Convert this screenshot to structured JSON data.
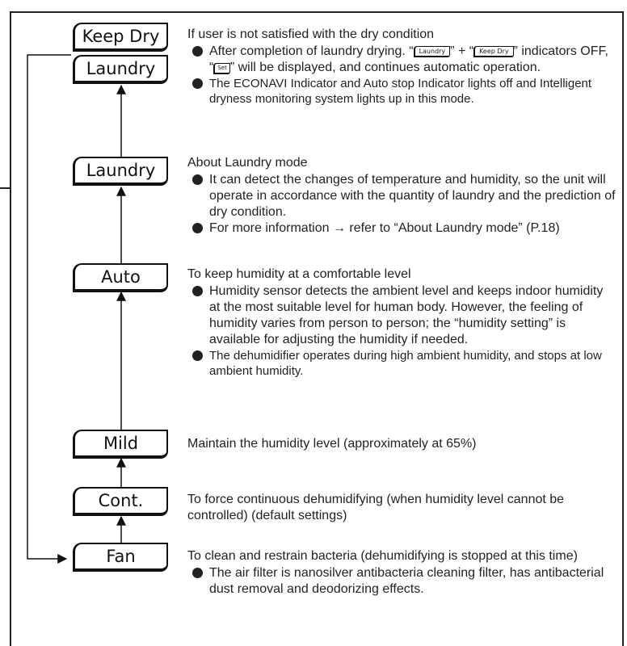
{
  "modes": {
    "keepdry": "Keep Dry",
    "laundry_top": "Laundry",
    "laundry": "Laundry",
    "auto": "Auto",
    "mild": "Mild",
    "cont": "Cont.",
    "fan": "Fan"
  },
  "keepdry": {
    "title": "If user is not satisfied with the dry condition",
    "b1_a": "After completion of laundry drying. “",
    "b1_ind1": "Laundry",
    "b1_b": "” + “",
    "b1_ind2": "Keep Dry",
    "b1_c": "” indicators OFF, “",
    "b1_ind3": "Set",
    "b1_d": "” will be displayed, and continues automatic operation.",
    "b2": "The ECONAVI Indicator and Auto stop Indicator lights off and Intelligent dryness monitoring system lights up in this mode."
  },
  "laundry": {
    "title": "About Laundry mode",
    "b1": "It can detect the changes of temperature and humidity, so the unit will operate in accordance with the quantity of laundry and the prediction of dry condition.",
    "b2": "For more information → refer to “About Laundry mode” (P.18)"
  },
  "auto": {
    "title": "To keep humidity at a comfortable level",
    "b1": "Humidity sensor detects the ambient level and keeps indoor humidity at the most suitable level for human body. However, the feeling of humidity varies from person to person; the “humidity setting” is available for adjusting the humidity if needed.",
    "b2": "The dehumidifier operates during high ambient humidity, and stops at low ambient humidity."
  },
  "mild": {
    "title": "Maintain the humidity level (approximately at 65%)"
  },
  "cont": {
    "title": "To force continuous dehumidifying (when humidity level cannot be controlled) (default settings)"
  },
  "fan": {
    "title": "To clean and restrain bacteria (dehumidifying is stopped at this time)",
    "b1": "The air filter is nanosilver antibacteria cleaning filter, has antibacterial dust removal and deodorizing effects."
  }
}
